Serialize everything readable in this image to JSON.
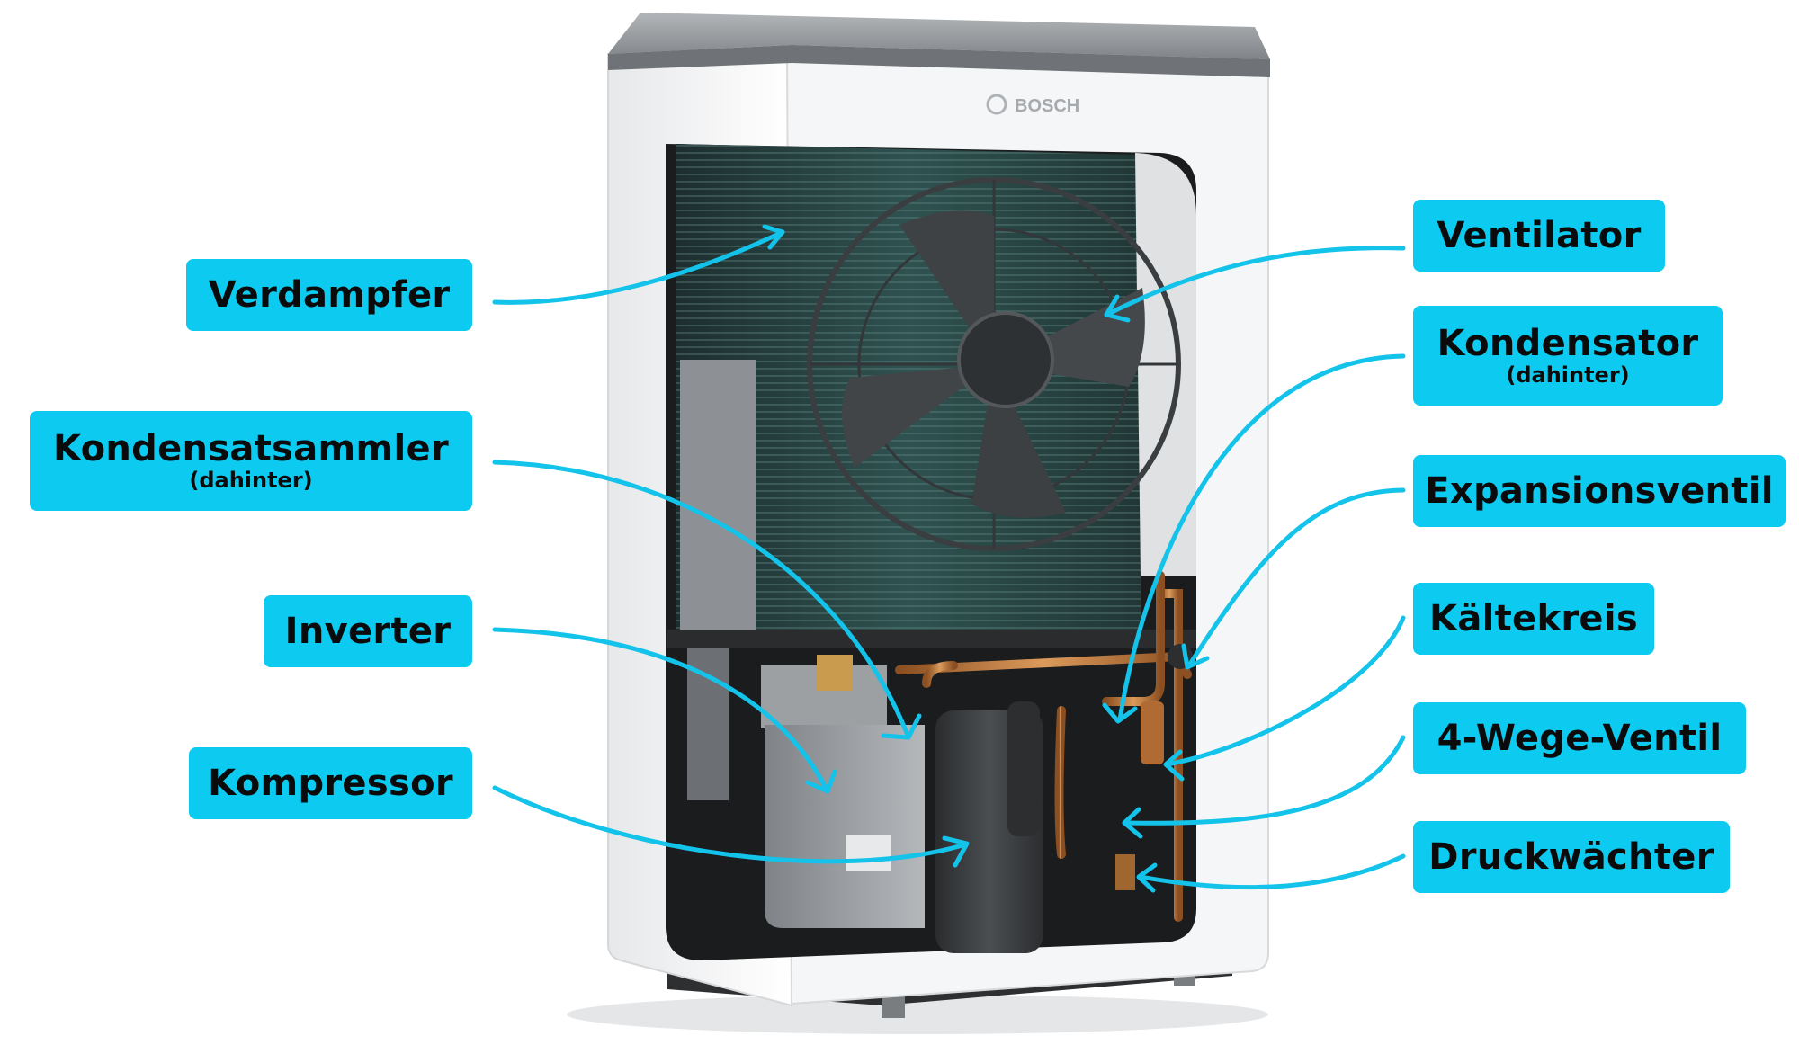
{
  "product": {
    "brand": "BOSCH"
  },
  "labels": {
    "verdampfer": {
      "text": "Verdampfer"
    },
    "kondensatsammler": {
      "text": "Kondensatsammler",
      "sub": "(dahinter)"
    },
    "inverter": {
      "text": "Inverter"
    },
    "kompressor": {
      "text": "Kompressor"
    },
    "ventilator": {
      "text": "Ventilator"
    },
    "kondensator": {
      "text": "Kondensator",
      "sub": "(dahinter)"
    },
    "expansionsventil": {
      "text": "Expansionsventil"
    },
    "kaeltekreis": {
      "text": "Kältekreis"
    },
    "vierwegeventil": {
      "text": "4-Wege-Ventil"
    },
    "druckwaechter": {
      "text": "Druckwächter"
    }
  },
  "colors": {
    "label_bg": "#0ccaf0",
    "arrow": "#14c3ea",
    "label_text": "#0b0b0b",
    "casing": "#f2f3f4",
    "lid": "#8f9296",
    "fin": "#2b4a49",
    "copper": "#c57a3c"
  }
}
